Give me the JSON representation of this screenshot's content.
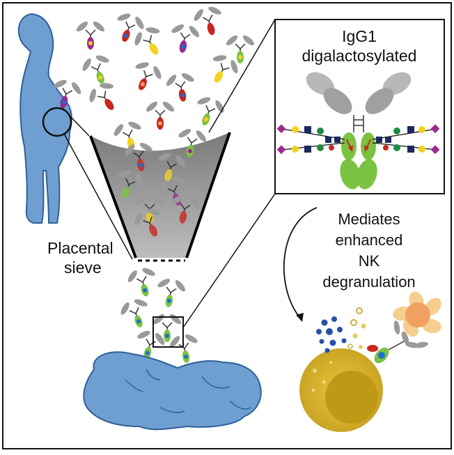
{
  "panel": {
    "inset_title_line1": "IgG1",
    "inset_title_line2": "digalactosylated",
    "sieve_label_line1": "Placental",
    "sieve_label_line2": "sieve",
    "effect_line1": "Mediates",
    "effect_line2": "enhanced",
    "effect_line3": "NK",
    "effect_line4": "degranulation"
  },
  "colors": {
    "frame": "#111111",
    "figure_fill": "#6f9fd0",
    "figure_stroke": "#2e5f97",
    "antibody_grey": "#9a9a9a",
    "sieve_grey": "#8f8f8f",
    "glycan_purple": "#9b2a8e",
    "glycan_yellow": "#f2d21f",
    "glycan_green": "#1f8a45",
    "glycan_navy": "#1d2a5f",
    "fc_green": "#7cc242",
    "arrow_red": "#c8261e",
    "nk_cell_yellow": "#d9b52c",
    "granule_blue": "#2650a8",
    "target_orange": "#f0a060"
  },
  "icons": {
    "mother": "pregnant-woman-icon",
    "baby": "infant-icon",
    "antibody": "igg-antibody-icon",
    "nk_cell": "nk-cell-icon"
  }
}
